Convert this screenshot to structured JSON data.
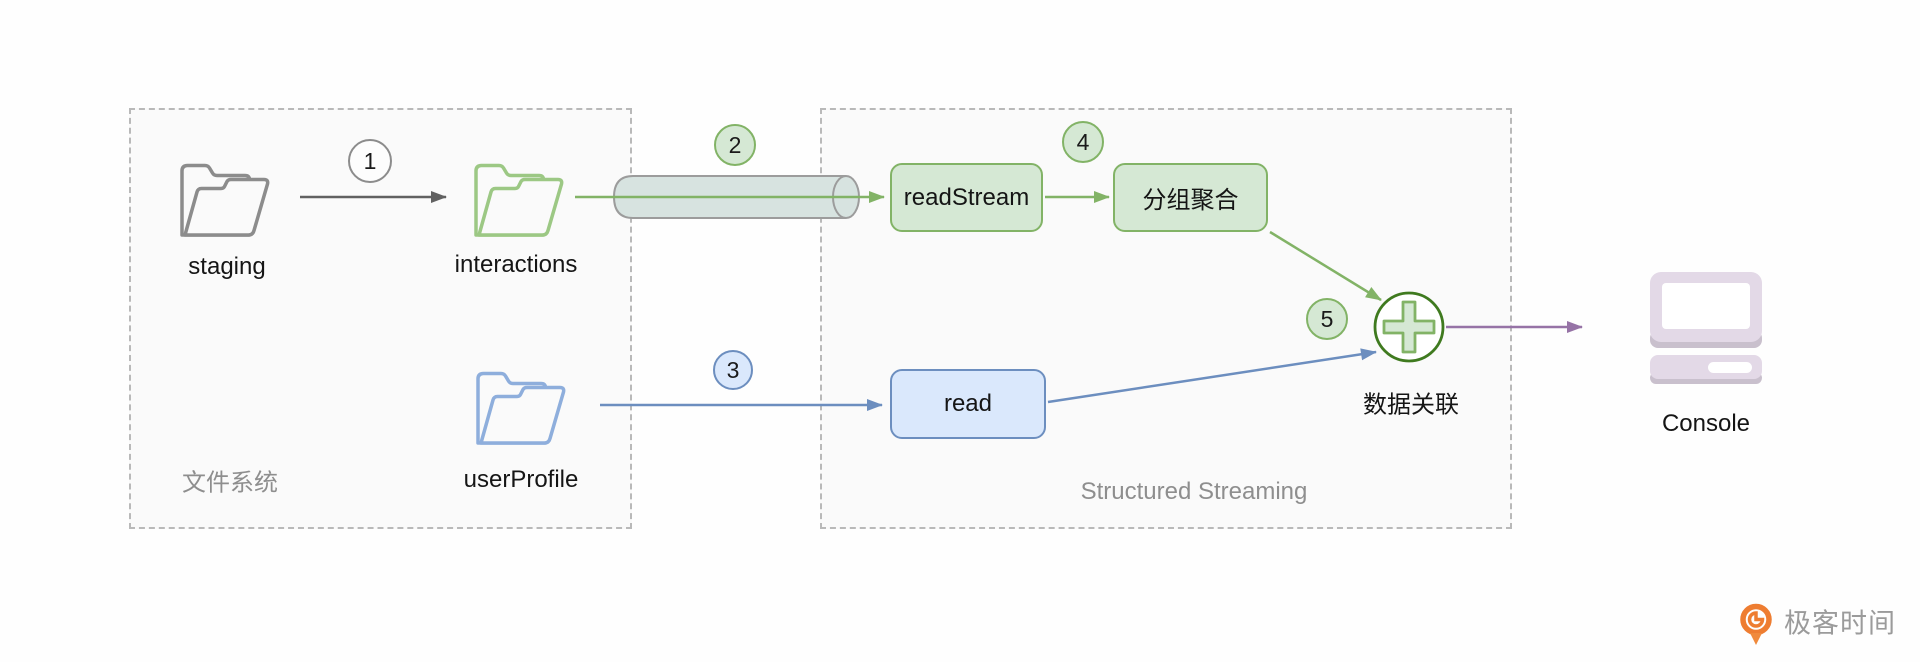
{
  "diagram": {
    "file_system_group": {
      "label": "文件系统",
      "staging_label": "staging",
      "interactions_label": "interactions",
      "user_profile_label": "userProfile"
    },
    "streaming_group": {
      "label": "Structured Streaming",
      "read_stream_label": "readStream",
      "group_agg_label": "分组聚合",
      "read_label": "read",
      "join_label": "数据关联"
    },
    "steps": {
      "s1": "1",
      "s2": "2",
      "s3": "3",
      "s4": "4",
      "s5": "5"
    },
    "console_label": "Console"
  },
  "branding": {
    "logo_text": "极客时间"
  },
  "colors": {
    "green_fill": "#d5e8d4",
    "green_stroke": "#82b366",
    "green_dark": "#3f7a1f",
    "blue_fill": "#dae8fc",
    "blue_stroke": "#6c8ebf",
    "purple_stroke": "#9673a6",
    "gray_stroke": "#616161",
    "pipe_fill": "#d7e3e0",
    "pipe_stroke": "#9c9c9c",
    "laptop_fill": "#e3d9e7",
    "laptop_shadow": "#c9c0cd",
    "logo_orange": "#ee7d31",
    "box_bg": "#fafafa",
    "dash_border": "#b9b9b9"
  }
}
